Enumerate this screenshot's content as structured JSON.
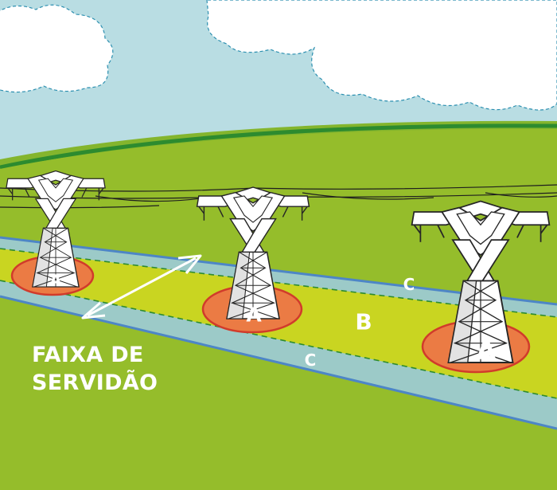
{
  "caption": {
    "line1": "FAIXA DE",
    "line2": "SERVIDÃO"
  },
  "zones": {
    "tower_base": "A",
    "corridor": "B",
    "margin": "C"
  },
  "colors": {
    "sky": "#b9dde3",
    "hill_far": "#84b52d",
    "ridge_line": "#2d8b2f",
    "ground": "#95bd2b",
    "corridor_b": "#c9d521",
    "margin_c": "#9ccac8",
    "edge_blue": "#4d86c6",
    "zone_a": "#eb7b44",
    "zone_a_outline": "#d13b2b",
    "tower_fill": "#ffffff",
    "tower_stroke": "#262626"
  }
}
